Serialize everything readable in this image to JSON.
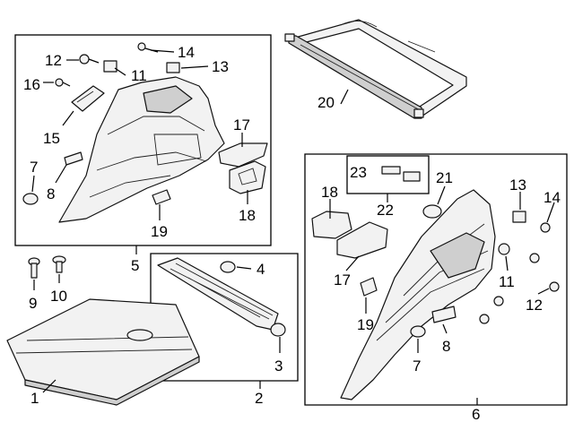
{
  "diagram": {
    "callouts": {
      "c1": "1",
      "c2": "2",
      "c3": "3",
      "c4": "4",
      "c5": "5",
      "c6": "6",
      "c7a": "7",
      "c7b": "7",
      "c8a": "8",
      "c8b": "8",
      "c9": "9",
      "c10": "10",
      "c11a": "11",
      "c11b": "11",
      "c12a": "12",
      "c12b": "12",
      "c13a": "13",
      "c13b": "13",
      "c14a": "14",
      "c14b": "14",
      "c15": "15",
      "c16": "16",
      "c17a": "17",
      "c17b": "17",
      "c18a": "18",
      "c18b": "18",
      "c19a": "19",
      "c19b": "19",
      "c20": "20",
      "c21": "21",
      "c22": "22",
      "c23": "23"
    }
  }
}
